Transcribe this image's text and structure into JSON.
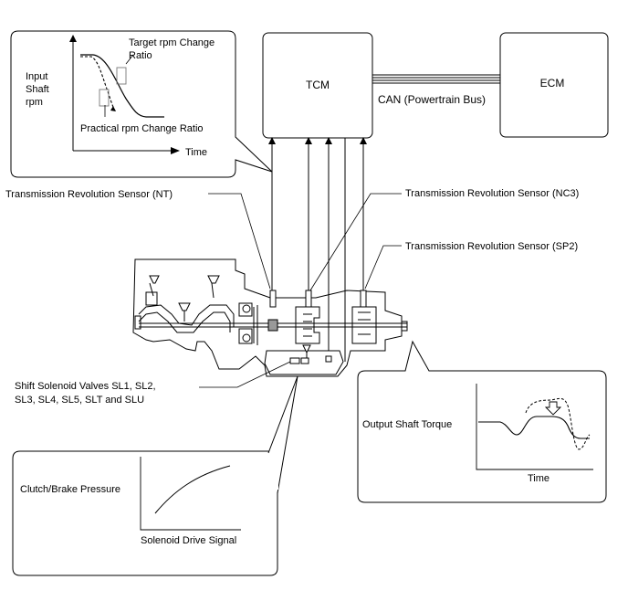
{
  "tcm": {
    "label": "TCM"
  },
  "ecm": {
    "label": "ECM"
  },
  "can_bus": {
    "label": "CAN (Powertrain Bus)"
  },
  "sensors": {
    "nt": "Transmission Revolution Sensor (NT)",
    "nc3": "Transmission Revolution Sensor (NC3)",
    "sp2": "Transmission Revolution Sensor (SP2)"
  },
  "solenoids": {
    "line1": "Shift Solenoid Valves SL1, SL2,",
    "line2": "SL3, SL4, SL5, SLT and SLU"
  },
  "rpm_graph": {
    "ylabel_line1": "Input",
    "ylabel_line2": "Shaft",
    "ylabel_line3": "rpm",
    "target_line1": "Target rpm Change",
    "target_line2": "Ratio",
    "practical": "Practical rpm Change Ratio",
    "xlabel": "Time"
  },
  "torque_graph": {
    "ylabel": "Output Shaft Torque",
    "xlabel": "Time"
  },
  "pressure_graph": {
    "ylabel": "Clutch/Brake Pressure",
    "xlabel": "Solenoid Drive Signal"
  }
}
